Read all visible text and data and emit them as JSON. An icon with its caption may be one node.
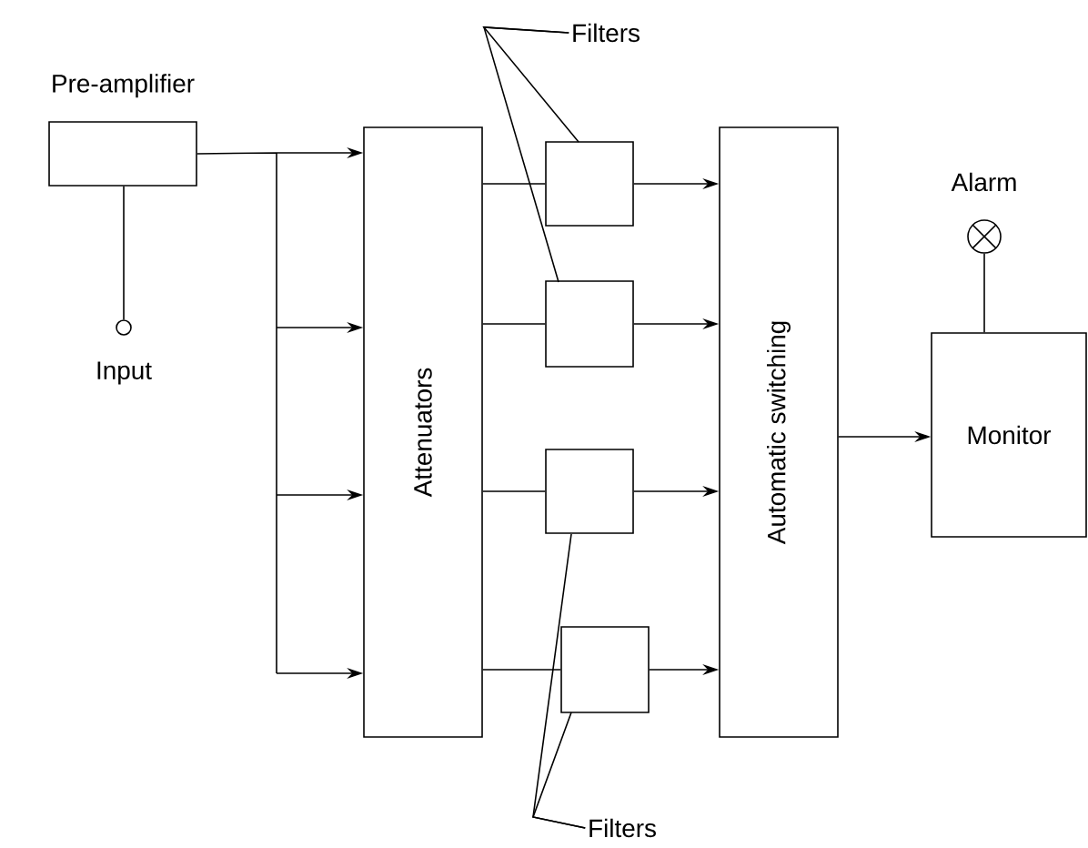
{
  "diagram": {
    "nodes": [
      {
        "text": [
          "Pre-amplifier"
        ]
      },
      {
        "text": [
          "Input"
        ]
      },
      {
        "text": [
          "Attenuators"
        ]
      },
      {
        "text": [],
        "shape": "box"
      },
      {
        "text": [],
        "shape": "box"
      },
      {
        "text": [],
        "shape": "box"
      },
      {
        "text": [],
        "shape": "box"
      },
      {
        "text": [
          "Automatic switching"
        ]
      },
      {
        "text": [
          "Monitor"
        ]
      },
      {
        "text": [
          "Alarm"
        ]
      },
      {
        "text": [
          "Filters"
        ]
      },
      {
        "text": [
          "Filters"
        ]
      }
    ],
    "edges": [
      {
        "from": 0,
        "to": 2,
        "arrow": "to"
      },
      {
        "from": 1,
        "to": 0,
        "arrow": "none"
      },
      {
        "from": 2,
        "to": 3,
        "arrow": "none"
      },
      {
        "from": 2,
        "to": 4,
        "arrow": "none"
      },
      {
        "from": 2,
        "to": 5,
        "arrow": "none"
      },
      {
        "from": 2,
        "to": 6,
        "arrow": "none"
      },
      {
        "from": 3,
        "to": 7,
        "arrow": "to"
      },
      {
        "from": 4,
        "to": 7,
        "arrow": "to"
      },
      {
        "from": 5,
        "to": 7,
        "arrow": "to"
      },
      {
        "from": 6,
        "to": 7,
        "arrow": "to"
      },
      {
        "from": 7,
        "to": 8,
        "arrow": "to"
      },
      {
        "from": 8,
        "to": 9,
        "arrow": "none"
      },
      {
        "from": 10,
        "to": 3,
        "arrow": "none"
      },
      {
        "from": 10,
        "to": 4,
        "arrow": "none"
      },
      {
        "from": 11,
        "to": 5,
        "arrow": "none"
      },
      {
        "from": 11,
        "to": 6,
        "arrow": "none"
      }
    ]
  }
}
